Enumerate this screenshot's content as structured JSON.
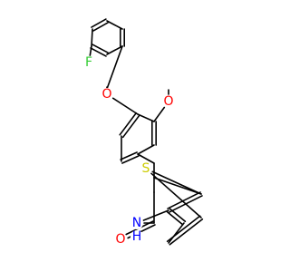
{
  "diagram": {
    "type": "chemical-structure",
    "colors": {
      "bond": "#000000",
      "fluorine": "#33cc33",
      "oxygen": "#ff0000",
      "nitrogen": "#0000ff",
      "sulfur": "#cccc00",
      "background": "#ffffff"
    },
    "atom_labels": {
      "fluorine": "F",
      "ether_oxygen": "O",
      "methoxy_oxygen": "O",
      "sulfur": "S",
      "nitrogen": "N",
      "hydrogen": "H",
      "carbonyl_oxygen": "O"
    }
  }
}
